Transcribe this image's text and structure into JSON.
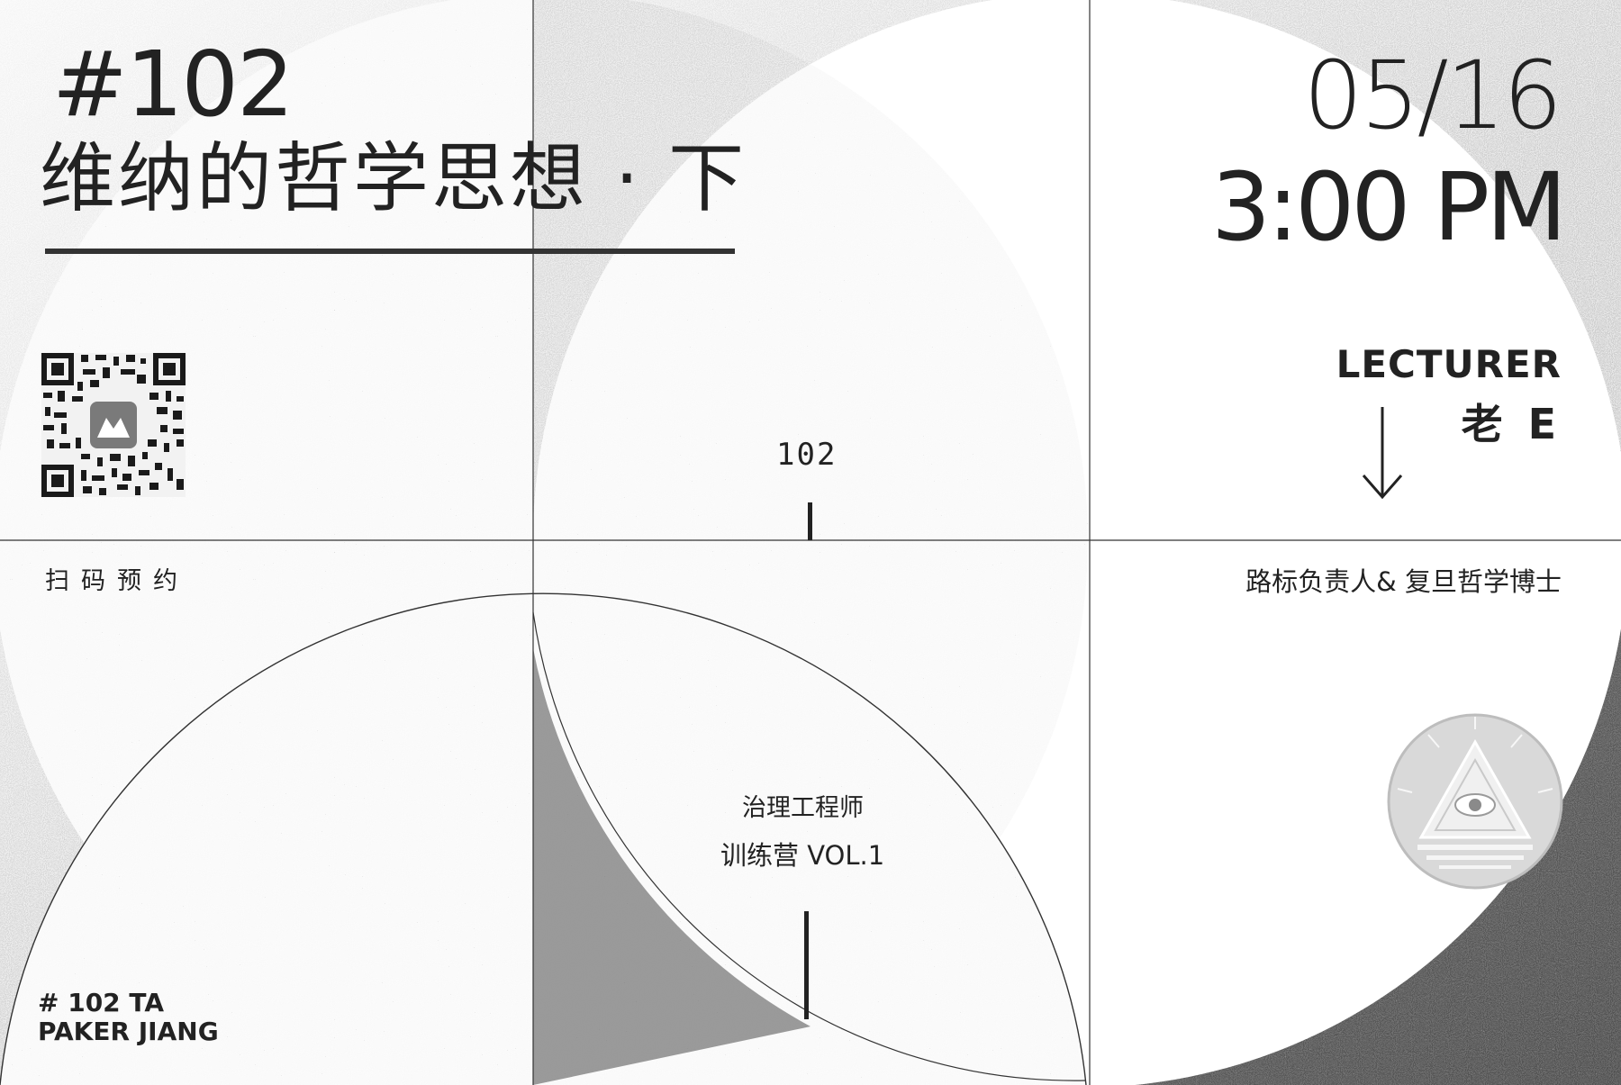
{
  "poster": {
    "issue_number": "#102",
    "title": "维纳的哲学思想 · 下",
    "date": "05/16",
    "time": "3:00 PM",
    "lecturer_label": "LECTURER",
    "lecturer_name": "老 E",
    "lecturer_bio": "路标负责人& 复旦哲学博士",
    "scan_hint": "扫码预约",
    "center_number": "102",
    "program_line1": "治理工程师",
    "program_line2": "训练营 VOL.1",
    "ta_line1": "# 102 TA",
    "ta_line2": "PAKER JIANG"
  },
  "colors": {
    "ink": "#222222",
    "grain_light": "#e3e3e3",
    "grain_mid": "#9a9a9a",
    "grain_dark": "#1a1a1a",
    "background": "#ffffff"
  },
  "icons": {
    "qr_code": "qr-code-icon",
    "logo": "logo-mark-icon",
    "arrow": "arrow-down-icon",
    "emblem": "eye-triangle-emblem-icon"
  }
}
